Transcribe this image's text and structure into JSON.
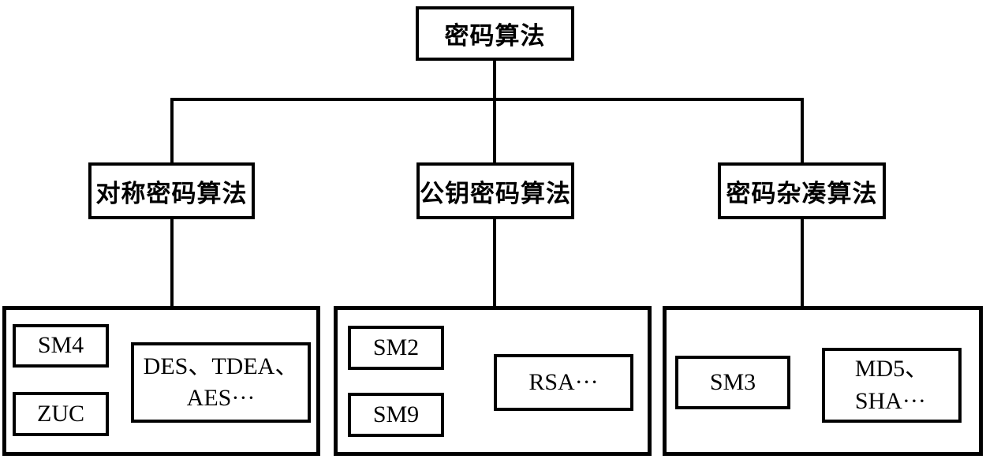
{
  "diagram": {
    "root": {
      "label": "密码算法"
    },
    "branches": [
      {
        "label": "对称密码算法",
        "national": [
          "SM4",
          "ZUC"
        ],
        "international": "DES、TDEA、\nAES···"
      },
      {
        "label": "公钥密码算法",
        "national": [
          "SM2",
          "SM9"
        ],
        "international": "RSA···"
      },
      {
        "label": "密码杂凑算法",
        "national": [
          "SM3"
        ],
        "international": "MD5、\nSHA···"
      }
    ],
    "colors": {
      "line": "#000000",
      "background": "#ffffff",
      "text": "#000000"
    }
  }
}
